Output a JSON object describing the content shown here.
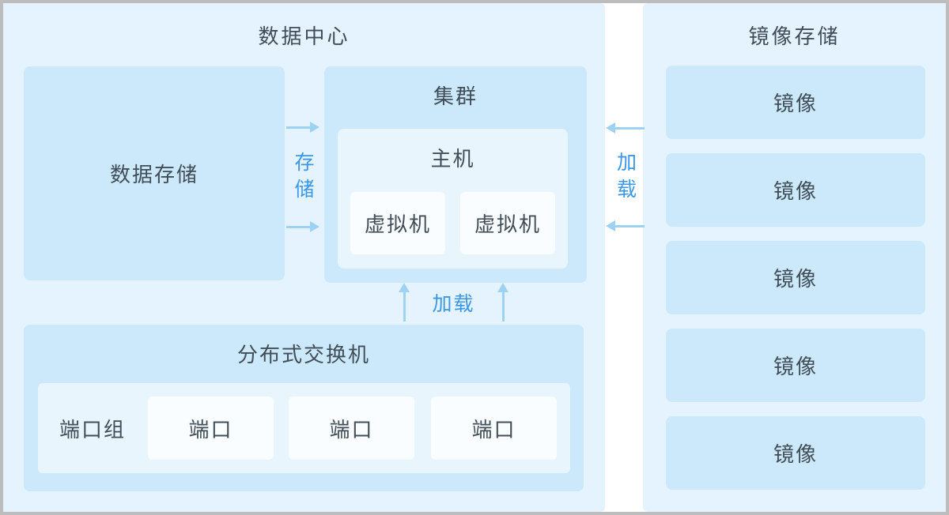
{
  "colors": {
    "border-gray": "#bdbdbd",
    "panel-blue": "#e4f3fd",
    "mid-blue": "#cbe9fa",
    "inner-blue": "#e8f5fd",
    "white-box": "#fafdff",
    "text-dark": "#414d57",
    "text-blue": "#3b97e8",
    "arrow-blue": "#9ed2f3"
  },
  "data_center": {
    "title": "数据中心",
    "data_storage": {
      "label": "数据存储"
    },
    "cluster": {
      "title": "集群",
      "host": {
        "title": "主机",
        "vms": [
          {
            "label": "虚拟机"
          },
          {
            "label": "虚拟机"
          }
        ]
      }
    },
    "switch": {
      "title": "分布式交换机",
      "port_group_label": "端口组",
      "ports": [
        {
          "label": "端口"
        },
        {
          "label": "端口"
        },
        {
          "label": "端口"
        }
      ]
    }
  },
  "image_storage": {
    "title": "镜像存储",
    "images": [
      {
        "label": "镜像"
      },
      {
        "label": "镜像"
      },
      {
        "label": "镜像"
      },
      {
        "label": "镜像"
      },
      {
        "label": "镜像"
      }
    ]
  },
  "connections": {
    "storage_label": "存储",
    "load_right_label": "加载",
    "load_bottom_label": "加载"
  }
}
